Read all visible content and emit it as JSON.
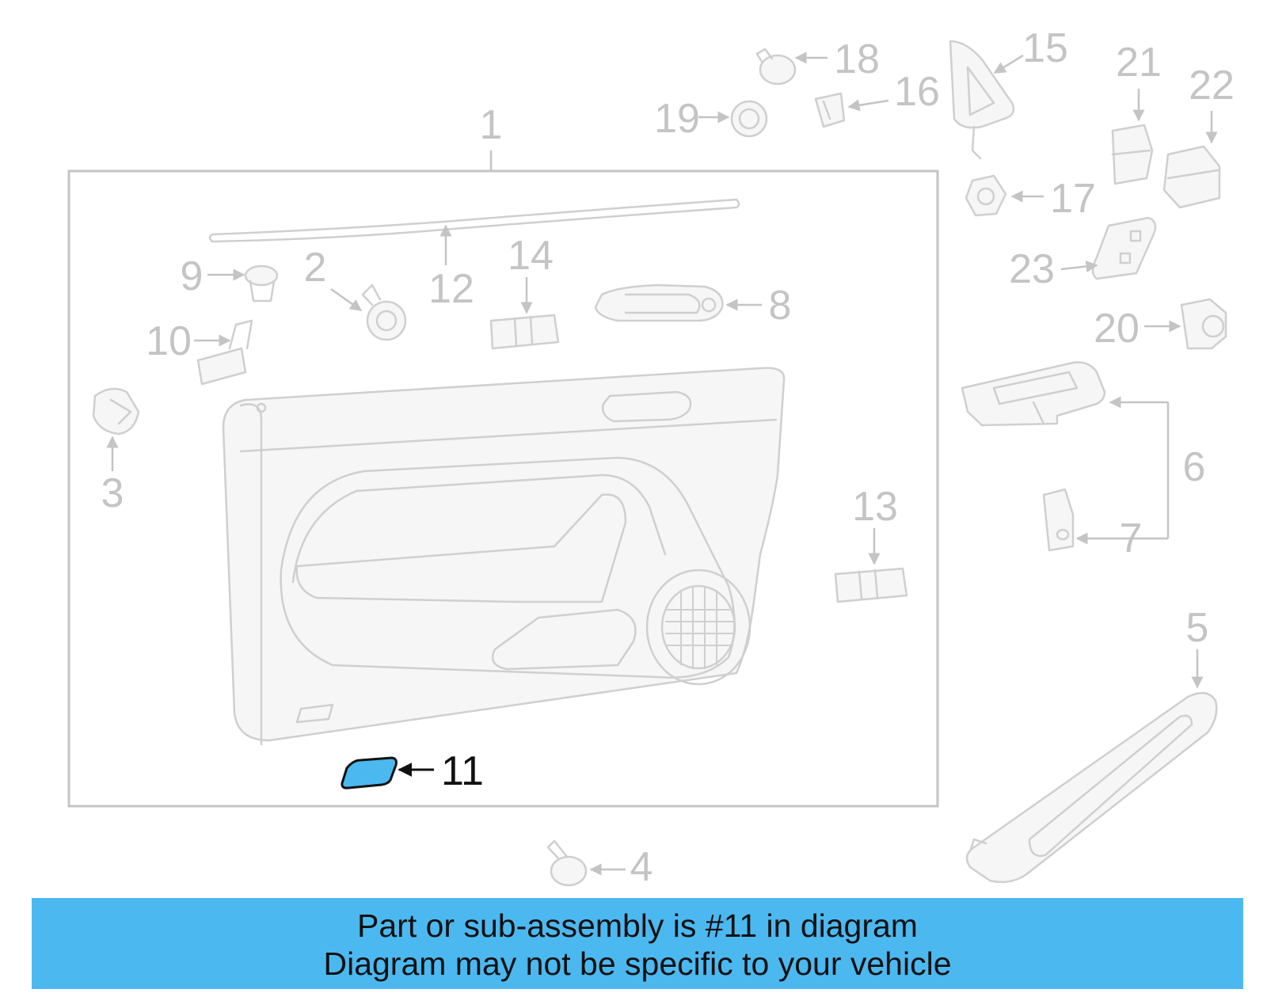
{
  "diagram": {
    "highlight_color": "#4cb8f0",
    "faded_color": "#c4c4c4",
    "callouts": {
      "c1": "1",
      "c2": "2",
      "c3": "3",
      "c4": "4",
      "c5": "5",
      "c6": "6",
      "c7": "7",
      "c8": "8",
      "c9": "9",
      "c10": "10",
      "c11": "11",
      "c12": "12",
      "c13": "13",
      "c14": "14",
      "c15": "15",
      "c16": "16",
      "c17": "17",
      "c18": "18",
      "c19": "19",
      "c20": "20",
      "c21": "21",
      "c22": "22",
      "c23": "23"
    }
  },
  "banner": {
    "line1": "Part or sub-assembly is #11 in diagram",
    "line2": "Diagram may not be specific to your vehicle",
    "background": "#4cb8f0"
  }
}
